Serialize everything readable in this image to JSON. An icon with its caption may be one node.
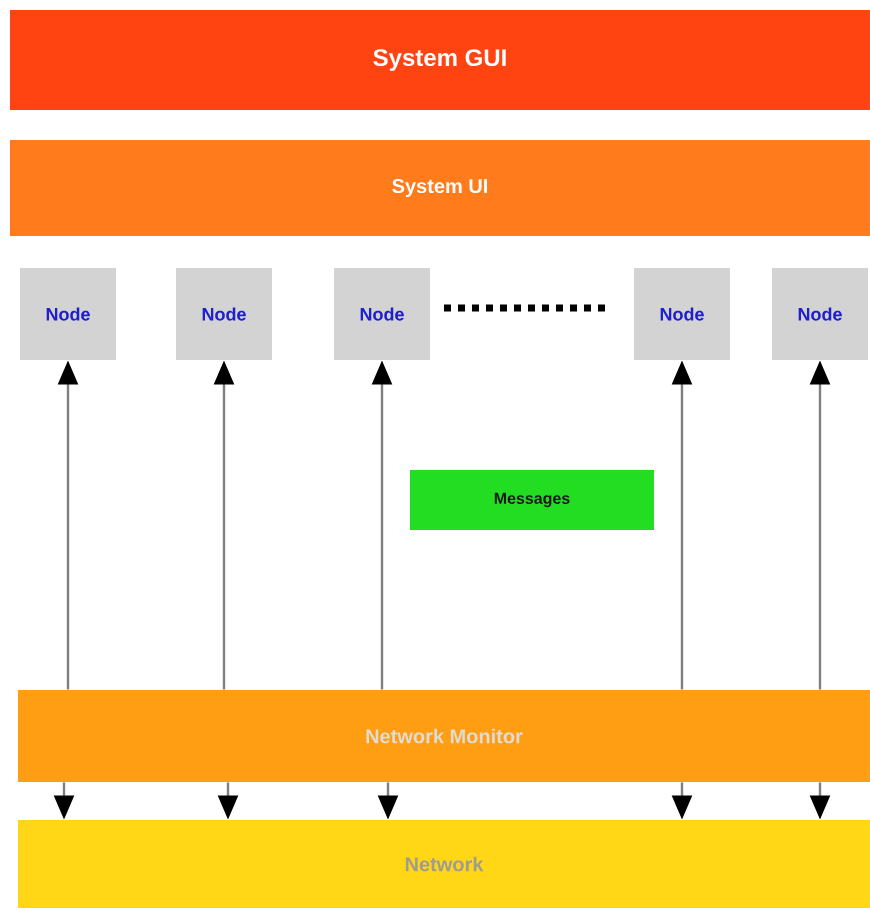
{
  "diagram": {
    "nodes": [
      {
        "text": [
          "System GUI"
        ]
      },
      {
        "text": [
          "System UI"
        ]
      },
      {
        "text": [
          "Node"
        ]
      },
      {
        "text": [
          "Node"
        ]
      },
      {
        "text": [
          "Node"
        ]
      },
      {
        "text": [
          "Node"
        ]
      },
      {
        "text": [
          "Node"
        ]
      },
      {
        "text": [
          "Messages"
        ]
      },
      {
        "text": [
          "Network Monitor"
        ]
      },
      {
        "text": [
          "Network"
        ]
      }
    ],
    "edges": [
      {
        "from": 8,
        "to": 2,
        "arrow": "to"
      },
      {
        "from": 8,
        "to": 3,
        "arrow": "to"
      },
      {
        "from": 8,
        "to": 4,
        "arrow": "to"
      },
      {
        "from": 8,
        "to": 5,
        "arrow": "to"
      },
      {
        "from": 8,
        "to": 6,
        "arrow": "to"
      },
      {
        "from": 8,
        "to": 9,
        "arrow": "to"
      },
      {
        "from": 8,
        "to": 9,
        "arrow": "to"
      },
      {
        "from": 8,
        "to": 9,
        "arrow": "to"
      },
      {
        "from": 8,
        "to": 9,
        "arrow": "to"
      },
      {
        "from": 8,
        "to": 9,
        "arrow": "to"
      }
    ]
  }
}
